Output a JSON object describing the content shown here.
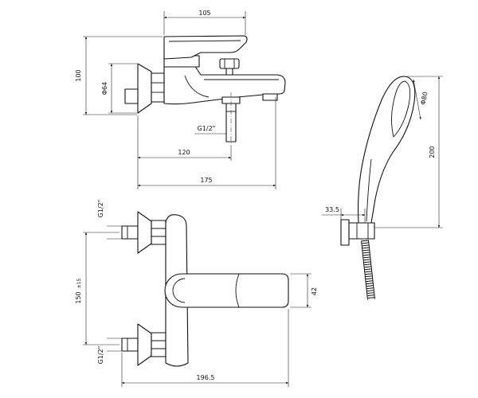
{
  "labels": {
    "top_width": "105",
    "top_height": "100",
    "top_diameter": "Φ64",
    "top_outlet_thread": "G1/2\"",
    "top_outlet_distance": "120",
    "top_total_length": "175",
    "front_thread_upper": "G1/2\"",
    "front_thread_lower": "G1/2\"",
    "front_center_distance": "150",
    "front_center_tolerance": "±15",
    "front_handle_height": "42",
    "front_total_width": "196.5",
    "shower_diameter": "Φ80",
    "shower_length": "200",
    "holder_depth": "33.5"
  }
}
